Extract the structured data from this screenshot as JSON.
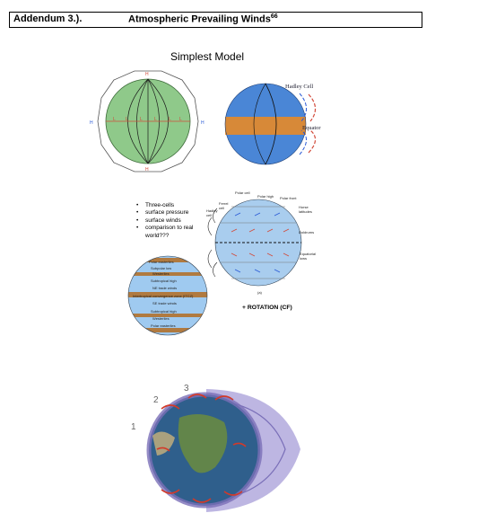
{
  "header": {
    "addendum": "Addendum 3.).",
    "title": "Atmospheric Prevailing Winds",
    "footnote": "66"
  },
  "subtitle": "Simplest Model",
  "hadley_figure": {
    "hadley_cell": "Hadley Cell",
    "equator": "Equator"
  },
  "bullets": [
    "Three-cells",
    "surface pressure",
    "surface winds",
    "comparison to real world???"
  ],
  "three_cell_labels": {
    "polar_cell": "Polar cell",
    "polar_high": "Polar high",
    "polar_front": "Polar front",
    "ferrel_cell": "Ferrel cell",
    "hadley_cell": "Hadley cell",
    "horse_latitudes": "Horse latitudes",
    "doldrums": "Doldrums",
    "equatorial_lows": "Equatorial lows",
    "panel": "(a)"
  },
  "globe_bands": [
    "Polar easterlies",
    "Subpolar low",
    "Westerlies",
    "Subtropical high",
    "NE trade winds",
    "Intertropical convergence zone (ITCZ)",
    "SE trade winds",
    "Subtropical high",
    "Westerlies",
    "Polar easterlies"
  ],
  "rotation_label": "+ ROTATION (CF)",
  "cell_numbers": [
    "1",
    "2",
    "3"
  ],
  "colors": {
    "green_globe": "#8fc98a",
    "blue_globe": "#4a86d6",
    "equator_band": "#f08a1c",
    "band_brown": "#b07a40",
    "cell_purple": "#7a6fb8"
  }
}
